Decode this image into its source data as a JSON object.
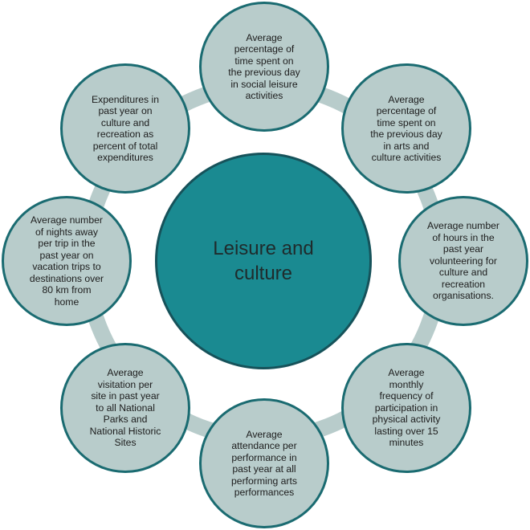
{
  "center": {
    "label": "Leisure and\nculture"
  },
  "nodes": [
    {
      "label": "Average\npercentage of\ntime spent on\nthe previous day\nin social leisure\nactivities"
    },
    {
      "label": "Average\npercentage of\ntime spent on\nthe previous day\nin arts and\nculture activities"
    },
    {
      "label": "Average number\nof hours in the\npast year\nvolunteering for\nculture and\nrecreation\norganisations."
    },
    {
      "label": "Average\nmonthly\nfrequency of\nparticipation in\nphysical activity\nlasting over 15\nminutes"
    },
    {
      "label": "Average\nattendance per\nperformance in\npast year at all\nperforming arts\nperformances"
    },
    {
      "label": "Average\nvisitation per\nsite in past year\nto all National\nParks and\nNational Historic\nSites"
    },
    {
      "label": "Average number\nof nights away\nper trip in the\npast year on\nvacation trips to\ndestinations over\n80 km from\nhome"
    },
    {
      "label": "Expenditures in\npast year on\nculture and\nrecreation as\npercent of total\nexpenditures"
    }
  ],
  "colors": {
    "center_fill": "#1a8a91",
    "node_fill": "#b8cccb",
    "node_border": "#1a6b71",
    "ring": "#b8cccb"
  }
}
